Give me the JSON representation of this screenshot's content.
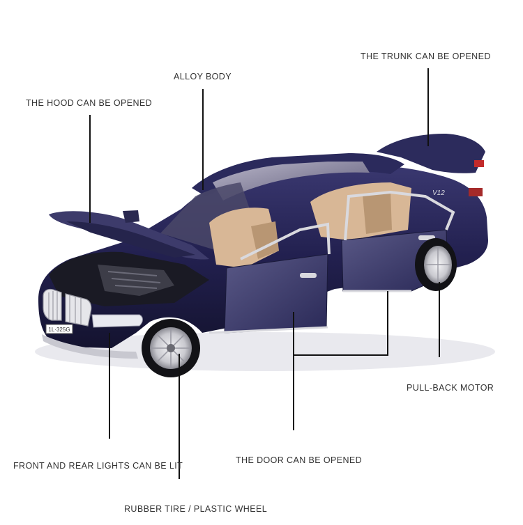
{
  "labels": {
    "trunk": "THE TRUNK CAN BE OPENED",
    "alloy": "ALLOY BODY",
    "hood": "THE HOOD CAN BE OPENED",
    "motor": "PULL-BACK MOTOR",
    "lights": "FRONT AND REAR LIGHTS CAN BE LIT",
    "door": "THE DOOR CAN BE OPENED",
    "tire": "RUBBER TIRE / PLASTIC WHEEL"
  },
  "car": {
    "badge": "V12",
    "plate": "1L·325G",
    "body_color": "#1f1d4a",
    "interior_color": "#d8b796",
    "chrome_color": "#d9d9de"
  }
}
